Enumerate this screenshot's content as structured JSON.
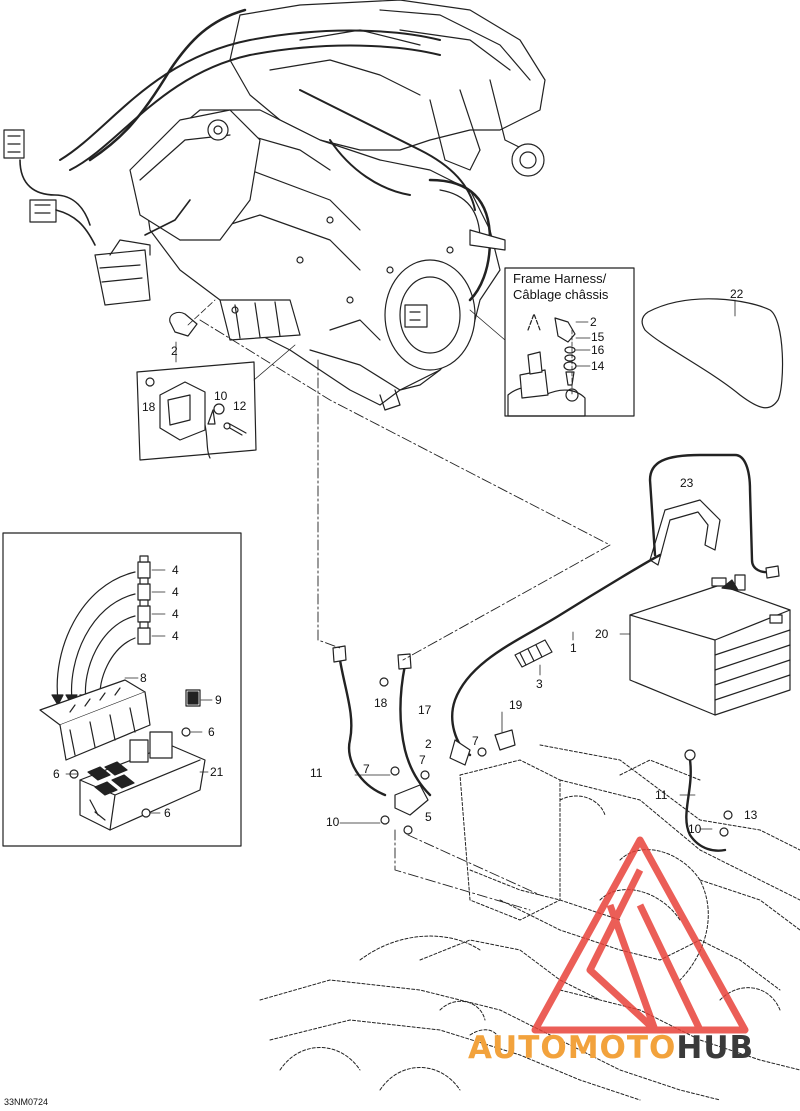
{
  "inset_title": {
    "line1": "Frame Harness/",
    "line2": "Câblage châssis"
  },
  "drawing_code": "33NM0724",
  "watermark": {
    "part1": "AUTOMOTO",
    "part2": "HUB",
    "color1": "#f2a23c",
    "color2": "#3a3a3a",
    "logo_color": "#e8433a"
  },
  "callouts": [
    {
      "id": "c22",
      "text": "22"
    },
    {
      "id": "c2a",
      "text": "2"
    },
    {
      "id": "c15",
      "text": "15"
    },
    {
      "id": "c16",
      "text": "16"
    },
    {
      "id": "c14",
      "text": "14"
    },
    {
      "id": "c2b",
      "text": "2"
    },
    {
      "id": "c18a",
      "text": "18"
    },
    {
      "id": "c10a",
      "text": "10"
    },
    {
      "id": "c12",
      "text": "12"
    },
    {
      "id": "c23",
      "text": "23"
    },
    {
      "id": "c4a",
      "text": "4"
    },
    {
      "id": "c4b",
      "text": "4"
    },
    {
      "id": "c4c",
      "text": "4"
    },
    {
      "id": "c4d",
      "text": "4"
    },
    {
      "id": "c8",
      "text": "8"
    },
    {
      "id": "c9",
      "text": "9"
    },
    {
      "id": "c6a",
      "text": "6"
    },
    {
      "id": "c6b",
      "text": "6"
    },
    {
      "id": "c21",
      "text": "21"
    },
    {
      "id": "c6c",
      "text": "6"
    },
    {
      "id": "c20",
      "text": "20"
    },
    {
      "id": "c1",
      "text": "1"
    },
    {
      "id": "c3",
      "text": "3"
    },
    {
      "id": "c18b",
      "text": "18"
    },
    {
      "id": "c17",
      "text": "17"
    },
    {
      "id": "c19",
      "text": "19"
    },
    {
      "id": "c2c",
      "text": "2"
    },
    {
      "id": "c7a",
      "text": "7"
    },
    {
      "id": "c7b",
      "text": "7"
    },
    {
      "id": "c7c",
      "text": "7"
    },
    {
      "id": "c11a",
      "text": "11"
    },
    {
      "id": "c10b",
      "text": "10"
    },
    {
      "id": "c5",
      "text": "5"
    },
    {
      "id": "c11b",
      "text": "11"
    },
    {
      "id": "c13",
      "text": "13"
    },
    {
      "id": "c10c",
      "text": "10"
    }
  ]
}
